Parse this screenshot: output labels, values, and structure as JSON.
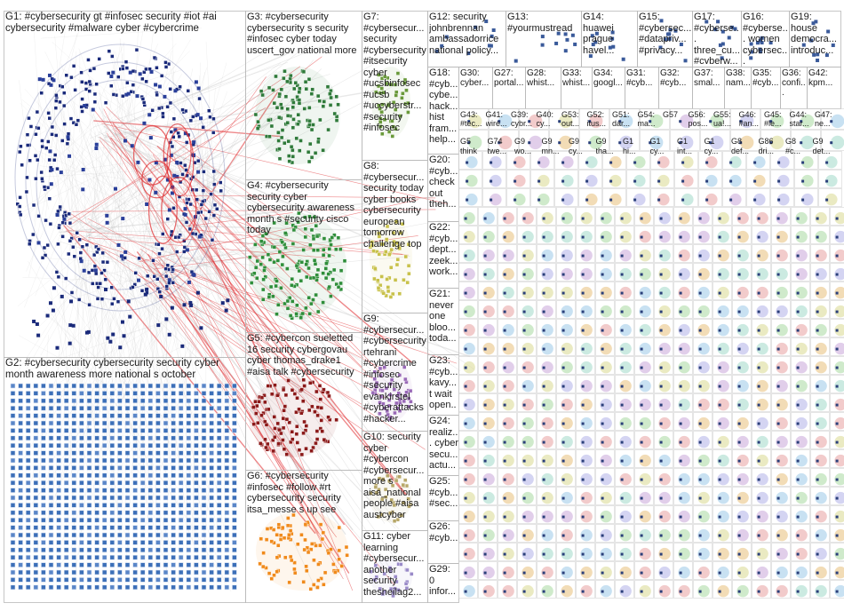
{
  "groups": [
    {
      "id": "G1",
      "label": "G1: #cybersecurity gt #infosec security #iot #ai cybersecurity #malware cyber #cybercrime"
    },
    {
      "id": "G2",
      "label": "G2: #cybersecurity cybersecurity security cyber month awareness more national s october"
    },
    {
      "id": "G3",
      "label": "G3: #cybersecurity cybersecurity s security #infosec cyber today uscert_gov national more"
    },
    {
      "id": "G4",
      "label": "G4: #cybersecurity security cyber cybersecurity awareness month s #security cisco today"
    },
    {
      "id": "G5",
      "label": "G5: #cybercon sueletted 16 security cybergovau cyber thomas_drake1 #aisa talk #cybersecurity"
    },
    {
      "id": "G6",
      "label": "G6: #cybersecurity #infosec #follow #rt cybersecurity security itsa_messe s up see"
    },
    {
      "id": "G7",
      "label": "G7: #cybersecur... security #cybersecurity #itsecurity cyber #ucsbinfosec #ucsb #uccyberstr... #security #infosec"
    },
    {
      "id": "G8",
      "label": "G8: #cybersecur... security today cyber books cybersecurity european tomorrow challenge top"
    },
    {
      "id": "G9",
      "label": "G9: #cybersecur... #cybersecurity rtehrani #cybercrime #infosec #security evankirstel #cyberattacks #hacker..."
    },
    {
      "id": "G10",
      "label": "G10: security cyber #cybercon #cybersecur... more s aisa_national people #aisa austcyber"
    },
    {
      "id": "G11",
      "label": "G11: cyber learning #cybersecur... another security thesheilag2..."
    },
    {
      "id": "G12",
      "label": "G12: security johnbrennan ambassadorrice national policy..."
    },
    {
      "id": "G13",
      "label": "G13: #yourmustread"
    },
    {
      "id": "G14",
      "label": "G14: huawei prague havel..."
    },
    {
      "id": "G15",
      "label": "G15: #cybersec... #datapriv... #privacy..."
    },
    {
      "id": "G16",
      "label": "G16: #cyberse... women cybersec..."
    },
    {
      "id": "G17",
      "label": "G17: #cyberse... three_cu... #cyberw..."
    },
    {
      "id": "G18",
      "label": "G18: #cyb... cybe... hack... hist fram... help..."
    },
    {
      "id": "G19",
      "label": "G19: house democra... introduc..."
    },
    {
      "id": "G20",
      "label": "G20: #cyb... check out theh..."
    },
    {
      "id": "G21",
      "label": "G21: never one bloo... toda..."
    },
    {
      "id": "G22",
      "label": "G22: #cyb... dept... zeek... work..."
    },
    {
      "id": "G23",
      "label": "G23: #cyb... kavy... t wait open..."
    },
    {
      "id": "G24",
      "label": "G24: realiz... cyber secu... actu..."
    },
    {
      "id": "G25",
      "label": "G25: #cyb... #sec..."
    },
    {
      "id": "G26",
      "label": "G26: #cyb..."
    },
    {
      "id": "G27",
      "label": "G27: portal..."
    },
    {
      "id": "G28",
      "label": "G28: whist..."
    },
    {
      "id": "G29",
      "label": "G29: 0 infor..."
    },
    {
      "id": "G30",
      "label": "G30: cyber..."
    },
    {
      "id": "G31",
      "label": "G31: #cyb..."
    },
    {
      "id": "G32",
      "label": "G32: #cyb..."
    },
    {
      "id": "G33",
      "label": "G33: whist..."
    },
    {
      "id": "G34",
      "label": "G34: googl..."
    },
    {
      "id": "G35",
      "label": "G35: #cyb..."
    },
    {
      "id": "G36",
      "label": "G36: confi..."
    },
    {
      "id": "G37",
      "label": "G37: smal..."
    },
    {
      "id": "G38",
      "label": "G38: nam..."
    },
    {
      "id": "G42",
      "label": "G42: kpm..."
    }
  ],
  "mid_row_labels": [
    "G43: #tec...",
    "G41: wire...",
    "G39: cybr...",
    "G40: cy...",
    "G53: out...",
    "G52: itus...",
    "G51: dar...",
    "G54: ma...",
    "G57",
    "G56: pos...",
    "G55: ua!...",
    "G46: #an...",
    "G45: #le...",
    "G44: star...",
    "G47: ne..."
  ],
  "row_a_labels": [
    "G5",
    "G74",
    "G9",
    "G9",
    "G9",
    "G9",
    "G1",
    "G1",
    "G1",
    "G1",
    "G8",
    "G86",
    "G8",
    "G9"
  ],
  "row_a_sub": [
    "think",
    "twe...",
    "wo...",
    "mn...",
    "cy...",
    "tha...",
    "hi...",
    "cy...",
    "int...",
    "cy...",
    "def...",
    "dri...",
    "#c...",
    "det..."
  ],
  "colors": {
    "red": "#e0262a",
    "grey": "#bdbdbd",
    "navy": "#1a2a7a",
    "blue": "#3a7bd5",
    "green": "#2f8f3a",
    "orange": "#f08a1c",
    "darkred": "#8b1a1a",
    "border": "#b8b8b8"
  }
}
